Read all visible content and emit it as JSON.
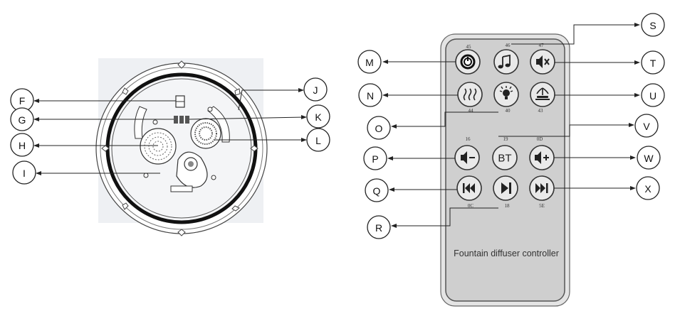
{
  "callouts_left": [
    {
      "id": "f",
      "label": "F"
    },
    {
      "id": "g",
      "label": "G"
    },
    {
      "id": "h",
      "label": "H"
    },
    {
      "id": "i",
      "label": "I"
    },
    {
      "id": "j",
      "label": "J"
    },
    {
      "id": "k",
      "label": "K"
    },
    {
      "id": "l",
      "label": "L"
    }
  ],
  "callouts_right": [
    {
      "id": "m",
      "label": "M"
    },
    {
      "id": "n",
      "label": "N"
    },
    {
      "id": "o",
      "label": "O"
    },
    {
      "id": "p",
      "label": "P"
    },
    {
      "id": "q",
      "label": "Q"
    },
    {
      "id": "r",
      "label": "R"
    },
    {
      "id": "s",
      "label": "S"
    },
    {
      "id": "t",
      "label": "T"
    },
    {
      "id": "u",
      "label": "U"
    },
    {
      "id": "v",
      "label": "V"
    },
    {
      "id": "w",
      "label": "W"
    },
    {
      "id": "x",
      "label": "X"
    }
  ],
  "remote": {
    "caption": "Fountain diffuser controller",
    "buttons": [
      {
        "id": "power",
        "code": "45",
        "icon": "power-icon"
      },
      {
        "id": "music",
        "code": "46",
        "icon": "music-note-icon"
      },
      {
        "id": "mute",
        "code": "47",
        "icon": "speaker-mute-icon"
      },
      {
        "id": "mist",
        "code": "44",
        "icon": "mist-icon"
      },
      {
        "id": "light",
        "code": "40",
        "icon": "light-bulb-icon"
      },
      {
        "id": "fountain",
        "code": "43",
        "icon": "fountain-icon"
      },
      {
        "id": "vol-down",
        "code": "16",
        "icon": "volume-down-icon"
      },
      {
        "id": "bt",
        "code": "19",
        "icon": "bluetooth-text",
        "text": "BT"
      },
      {
        "id": "vol-up",
        "code": "0D",
        "icon": "volume-up-icon"
      },
      {
        "id": "prev",
        "code": "0C",
        "icon": "previous-track-icon"
      },
      {
        "id": "play",
        "code": "18",
        "icon": "play-icon"
      },
      {
        "id": "next",
        "code": "5E",
        "icon": "next-track-icon"
      }
    ]
  }
}
